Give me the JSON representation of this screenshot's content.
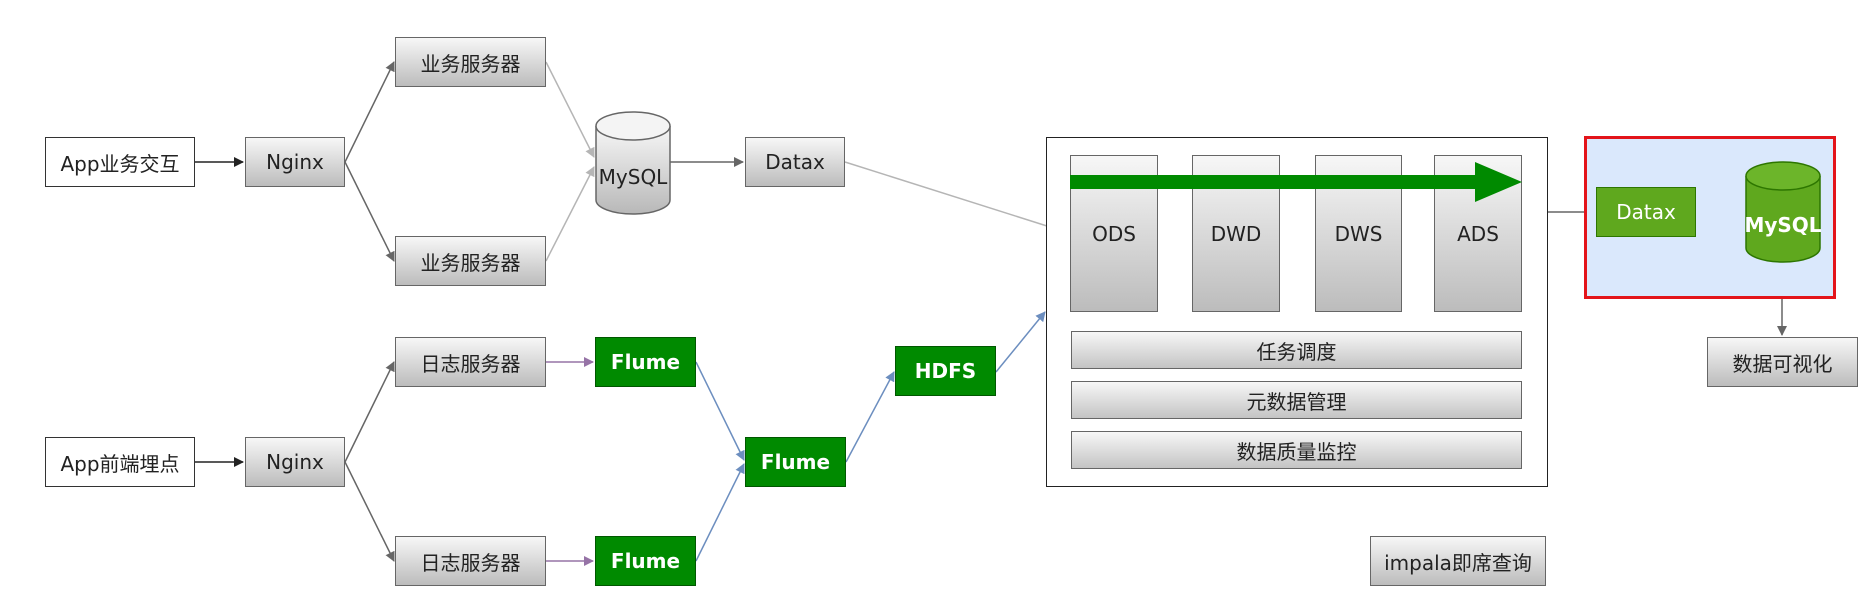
{
  "sources": {
    "business_app": "App业务交互",
    "frontend_app": "App前端埋点"
  },
  "nginx": {
    "top": "Nginx",
    "bottom": "Nginx"
  },
  "business_servers": {
    "top": "业务服务器",
    "bottom": "业务服务器"
  },
  "log_servers": {
    "top": "日志服务器",
    "bottom": "日志服务器"
  },
  "mysql_source": "MySQL",
  "datax_source": "Datax",
  "flume": {
    "top": "Flume",
    "bottom": "Flume",
    "middle": "Flume"
  },
  "hdfs": "HDFS",
  "warehouse": {
    "layers": [
      "ODS",
      "DWD",
      "DWS",
      "ADS"
    ],
    "services": [
      "任务调度",
      "元数据管理",
      "数据质量监控"
    ]
  },
  "export": {
    "datax": "Datax",
    "mysql": "MySQL"
  },
  "visualization": "数据可视化",
  "impala": "impala即席查询",
  "colors": {
    "flume_green": "#008a00",
    "export_green": "#5fa81e",
    "highlight_red": "#e3141a",
    "highlight_fill": "#dae8fc",
    "flow_line": "#6c8ebf",
    "log_arrow": "#9673a6"
  }
}
